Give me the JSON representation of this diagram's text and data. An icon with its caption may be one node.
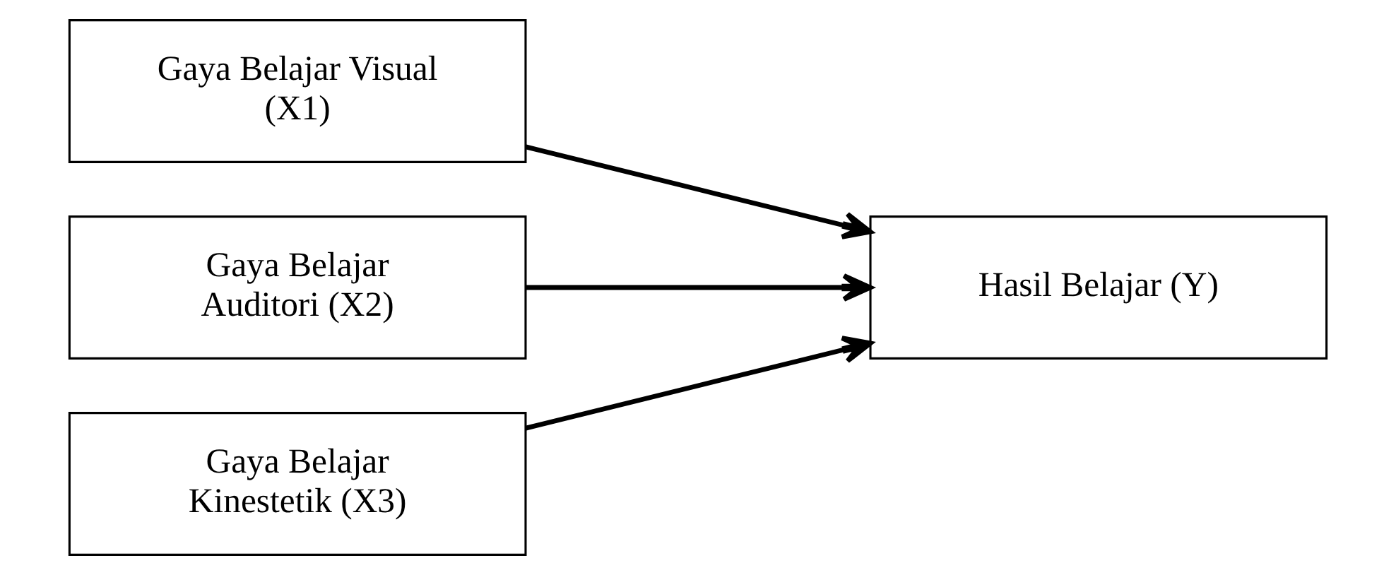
{
  "diagram": {
    "nodes": [
      {
        "text": [
          "Gaya Belajar Visual (X1)"
        ]
      },
      {
        "text": [
          "Gaya Belajar Auditori (X2)"
        ]
      },
      {
        "text": [
          "Gaya Belajar Kinestetik (X3)"
        ]
      },
      {
        "text": [
          "Hasil Belajar (Y)"
        ]
      }
    ],
    "edges": [
      {
        "from": 0,
        "to": 3,
        "arrow": "to"
      },
      {
        "from": 1,
        "to": 3,
        "arrow": "to"
      },
      {
        "from": 2,
        "to": 3,
        "arrow": "to"
      }
    ]
  }
}
